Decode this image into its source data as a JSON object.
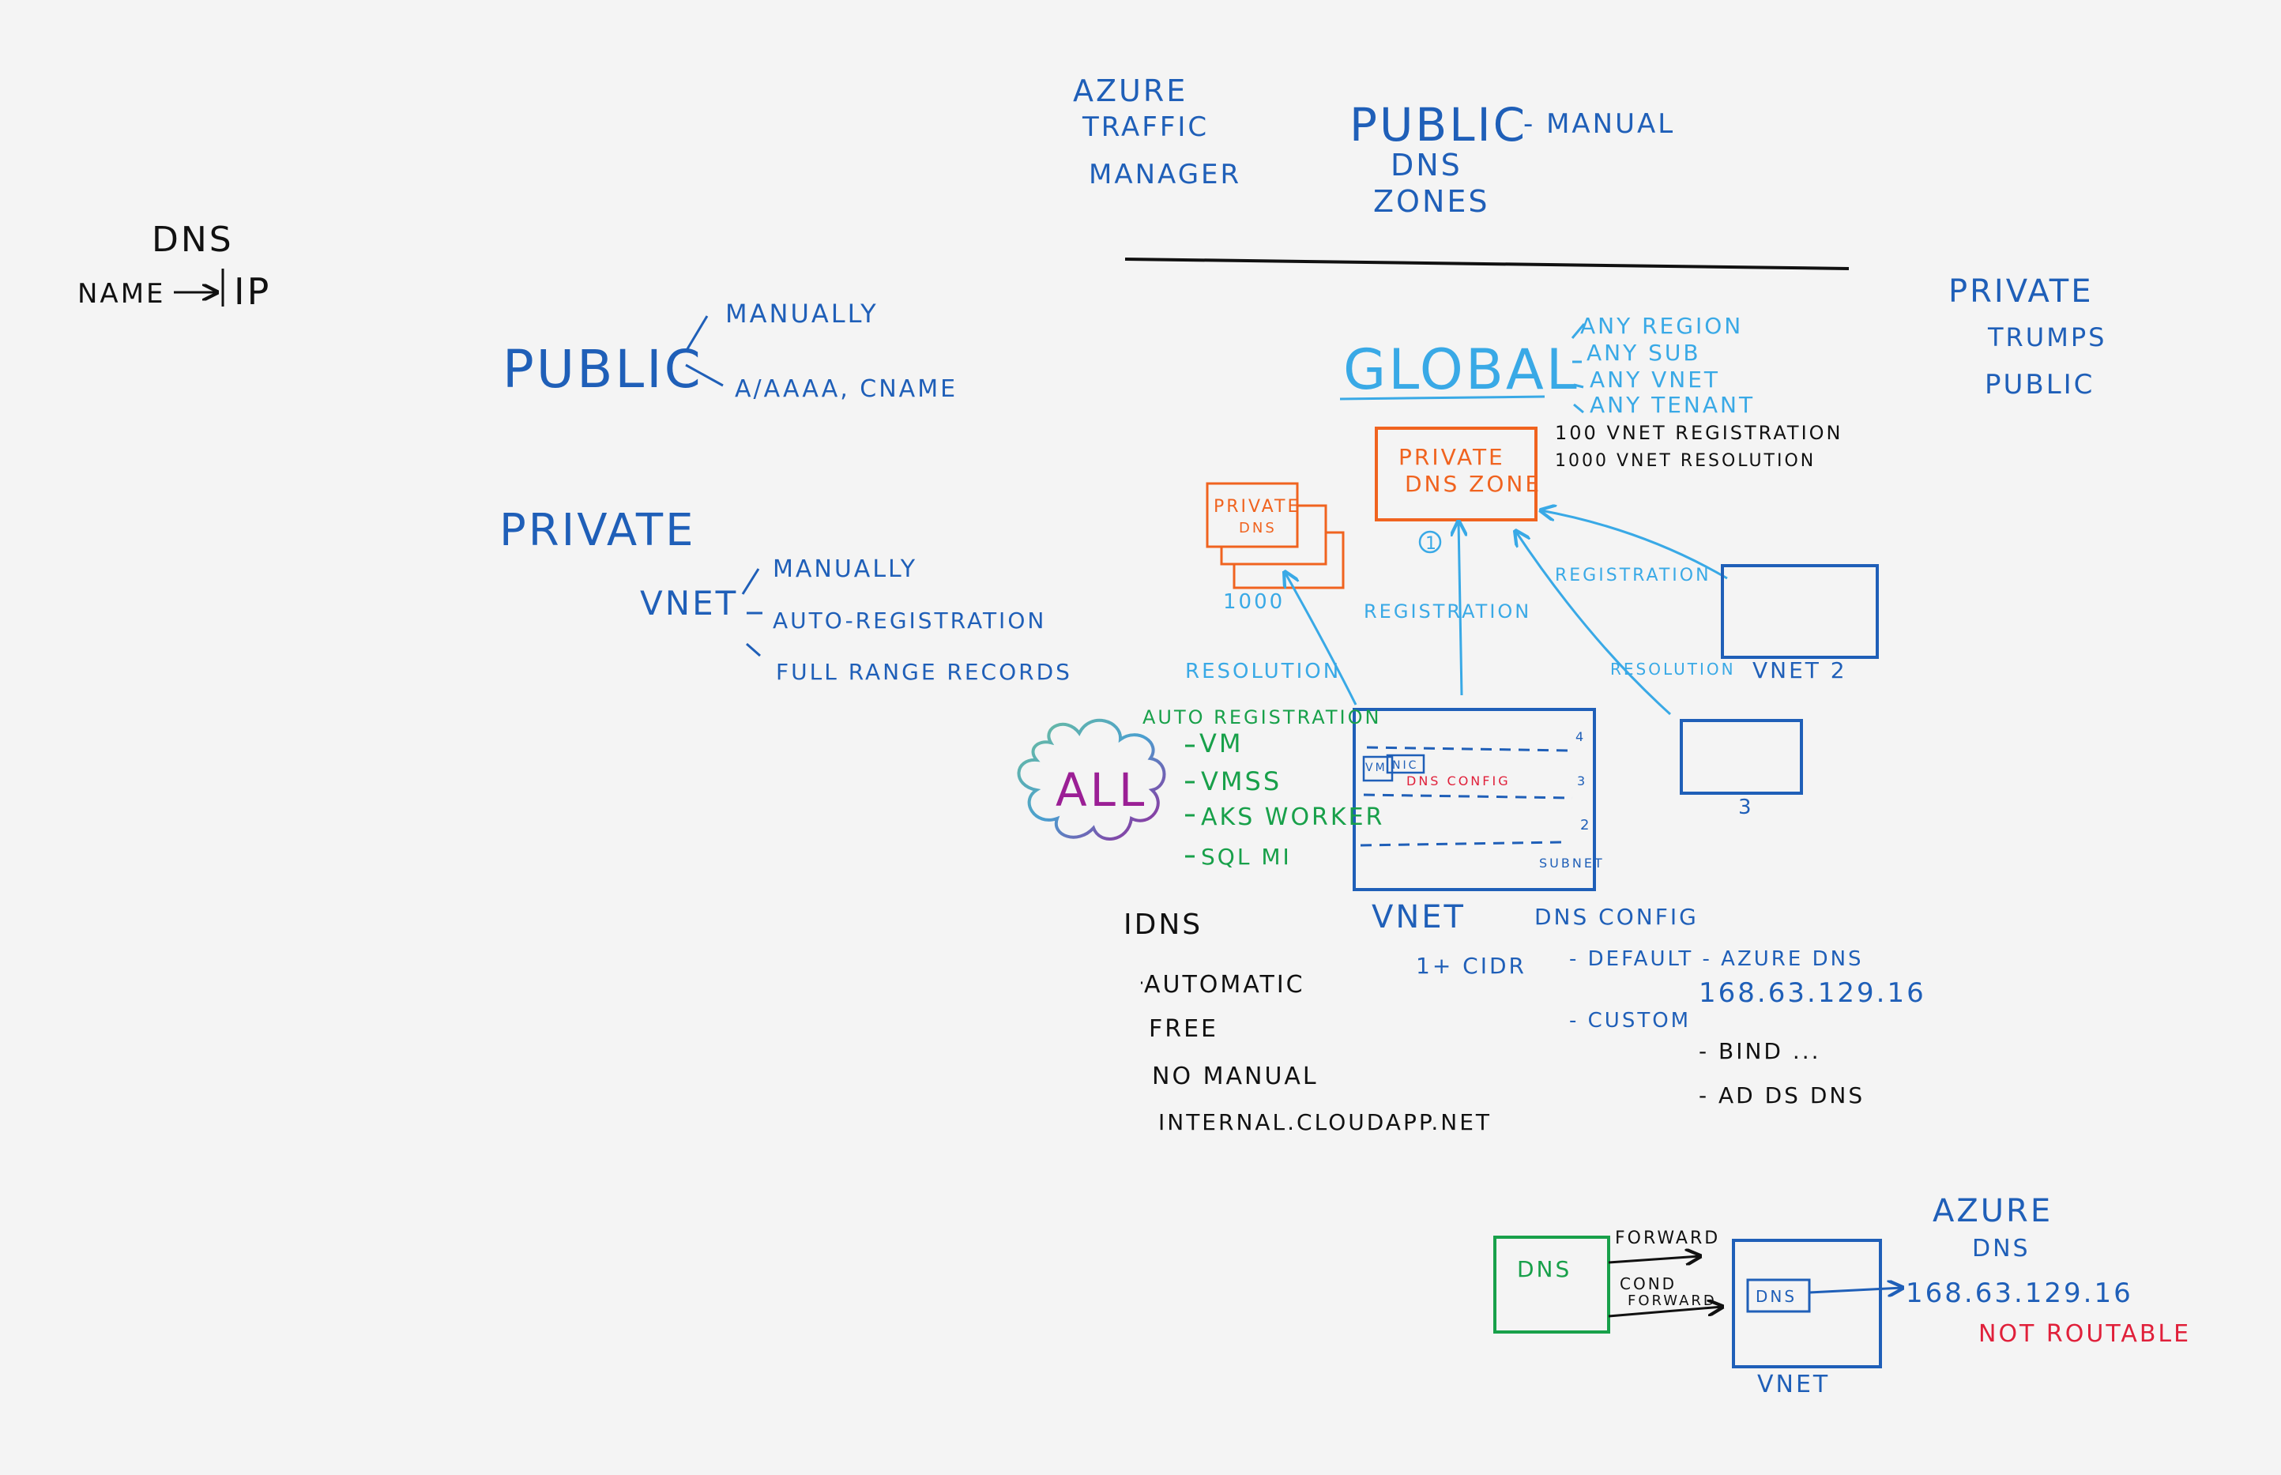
{
  "colors": {
    "background": "#f4f4f4",
    "blue": "#1f5fb8",
    "light_blue": "#39a9e6",
    "green": "#18a04a",
    "orange": "#f0631f",
    "black": "#111111",
    "red": "#e0203a",
    "purple": "#9b1f95"
  },
  "intro": {
    "dns": "DNS",
    "name_to_ip_name": "NAME",
    "name_to_ip_ip": "IP"
  },
  "public": {
    "title": "PUBLIC",
    "items": [
      "MANUALLY",
      "A/AAAA, CNAME"
    ]
  },
  "private": {
    "title": "PRIVATE",
    "vnet": "VNET",
    "items": [
      "MANUALLY",
      "AUTO-REGISTRATION",
      "FULL RANGE RECORDS"
    ]
  },
  "top": {
    "traffic_manager": [
      "AZURE",
      "TRAFFIC",
      "MANAGER"
    ],
    "public_dns_zones": [
      "PUBLIC",
      "DNS",
      "ZONES"
    ],
    "manual": "- MANUAL"
  },
  "private_trumps_public": [
    "PRIVATE",
    "TRUMPS",
    "PUBLIC"
  ],
  "global": {
    "title": "GLOBAL",
    "items": [
      "ANY REGION",
      "ANY SUB",
      "ANY VNET",
      "ANY TENANT"
    ],
    "limits": [
      "100 VNET REGISTRATION",
      "1000 VNET RESOLUTION"
    ]
  },
  "zone": {
    "label_line1": "PRIVATE",
    "label_line2": "DNS ZONE",
    "number": "1",
    "stack_line1": "PRIVATE",
    "stack_line2": "DNS",
    "stack_count": "1000"
  },
  "arrows": {
    "registration_vertical": "REGISTRATION",
    "resolution_left": "RESOLUTION",
    "registration_vnet2": "REGISTRATION",
    "resolution_vnet3": "RESOLUTION"
  },
  "vnet_boxes": {
    "vnet2": "VNET 2",
    "vnet3": "3"
  },
  "main_vnet": {
    "label": "VNET",
    "cidr": "1+ CIDR",
    "subnet": "SUBNET",
    "row_nums": [
      "4",
      "3",
      "2"
    ],
    "vm": "VM",
    "nic": "NIC",
    "dns_config": "DNS CONFIG"
  },
  "auto_registration": {
    "title": "AUTO REGISTRATION",
    "items": [
      "VM",
      "VMSS",
      "AKS WORKER",
      "SQL MI"
    ],
    "cloud": "ALL"
  },
  "idns": {
    "title": "IDNS",
    "items": [
      "AUTOMATIC",
      "FREE",
      "NO MANUAL",
      "INTERNAL.CLOUDAPP.NET"
    ]
  },
  "dns_config": {
    "title": "DNS CONFIG",
    "default": "- DEFAULT - AZURE DNS",
    "ip": "168.63.129.16",
    "custom": "- CUSTOM",
    "custom_items": [
      "- BIND ...",
      "- AD DS DNS"
    ]
  },
  "bottom": {
    "onprem_dns": "DNS",
    "forward": "FORWARD",
    "cond_forward_line1": "COND",
    "cond_forward_line2": "FORWARD",
    "vnet_dns": "DNS",
    "vnet": "VNET",
    "azure_dns_line1": "AZURE",
    "azure_dns_line2": "DNS",
    "ip": "168.63.129.16",
    "not_routable": "NOT ROUTABLE"
  }
}
